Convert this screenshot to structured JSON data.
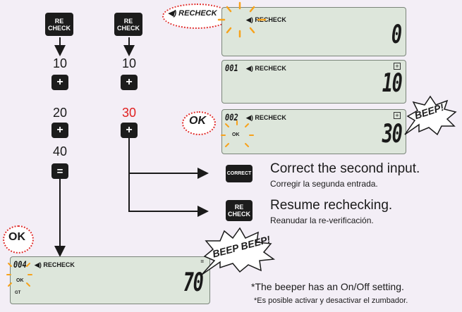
{
  "keys": {
    "recheck_line1": "RE",
    "recheck_line2": "CHECK",
    "plus": "+",
    "equals": "=",
    "correct": "CORRECT"
  },
  "left_column": {
    "values": [
      "10",
      "20",
      "40"
    ]
  },
  "right_column": {
    "values": [
      "10",
      "30"
    ]
  },
  "callout": {
    "recheck_label": "◀) RECHECK"
  },
  "displays": [
    {
      "counter": "",
      "label": "◀) RECHECK",
      "value": "0"
    },
    {
      "counter": "001",
      "label": "◀) RECHECK",
      "value": "10"
    },
    {
      "counter": "002",
      "label": "◀) RECHECK",
      "value": "30",
      "status": "OK"
    },
    {
      "counter": "004",
      "label": "◀) RECHECK",
      "value": "70",
      "status": "OK",
      "gt": "GT",
      "eq": "="
    }
  ],
  "ok_badges": {
    "mid": "OK",
    "bottom": "OK"
  },
  "beeps": {
    "single": "BEEP!",
    "double": "BEEP BEEP!"
  },
  "instructions": {
    "correct_title": "Correct the second input.",
    "correct_sub": "Corregir la segunda entrada.",
    "resume_title": "Resume rechecking.",
    "resume_sub": "Reanudar la re-verificación."
  },
  "footnote": {
    "en": "*The beeper has an On/Off setting.",
    "es": "*Es posible activar y desactivar el zumbador."
  },
  "colors": {
    "accent_red": "#e02020",
    "burst_orange": "#f7a21b",
    "lcd_bg": "#dde6db"
  }
}
